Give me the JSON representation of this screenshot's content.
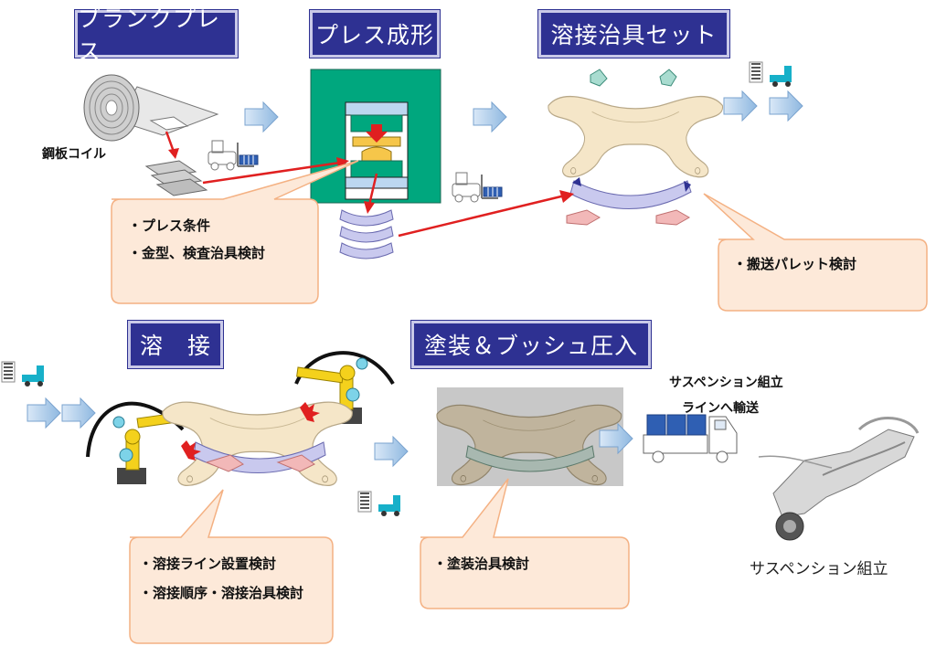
{
  "steps": {
    "blank_press": "ブランクプレス",
    "press_forming": "プレス成形",
    "jig_set": "溶接治具セット",
    "welding": "溶　接",
    "paint_bush": "塗装＆ブッシュ圧入"
  },
  "labels": {
    "steel_coil": "鋼板コイル",
    "transport_line1": "サスペンション組立",
    "transport_line2": "ラインへ輸送",
    "suspension_assembly": "サスペンション組立"
  },
  "notes": {
    "press": [
      "・プレス条件",
      "・金型、検査治具検討"
    ],
    "pallet": [
      "・搬送パレット検討"
    ],
    "welding": [
      "・溶接ライン設置検討",
      "・溶接順序・溶接治具検討"
    ],
    "paint": [
      "・塗装治具検討"
    ]
  },
  "colors": {
    "title_bg": "#2e3192",
    "press_green": "#00a77e",
    "note_fill": "#fde9d9",
    "note_border": "#f4b183",
    "flow_arrow": "#9dc3e6",
    "red_arrow": "#e02020"
  }
}
